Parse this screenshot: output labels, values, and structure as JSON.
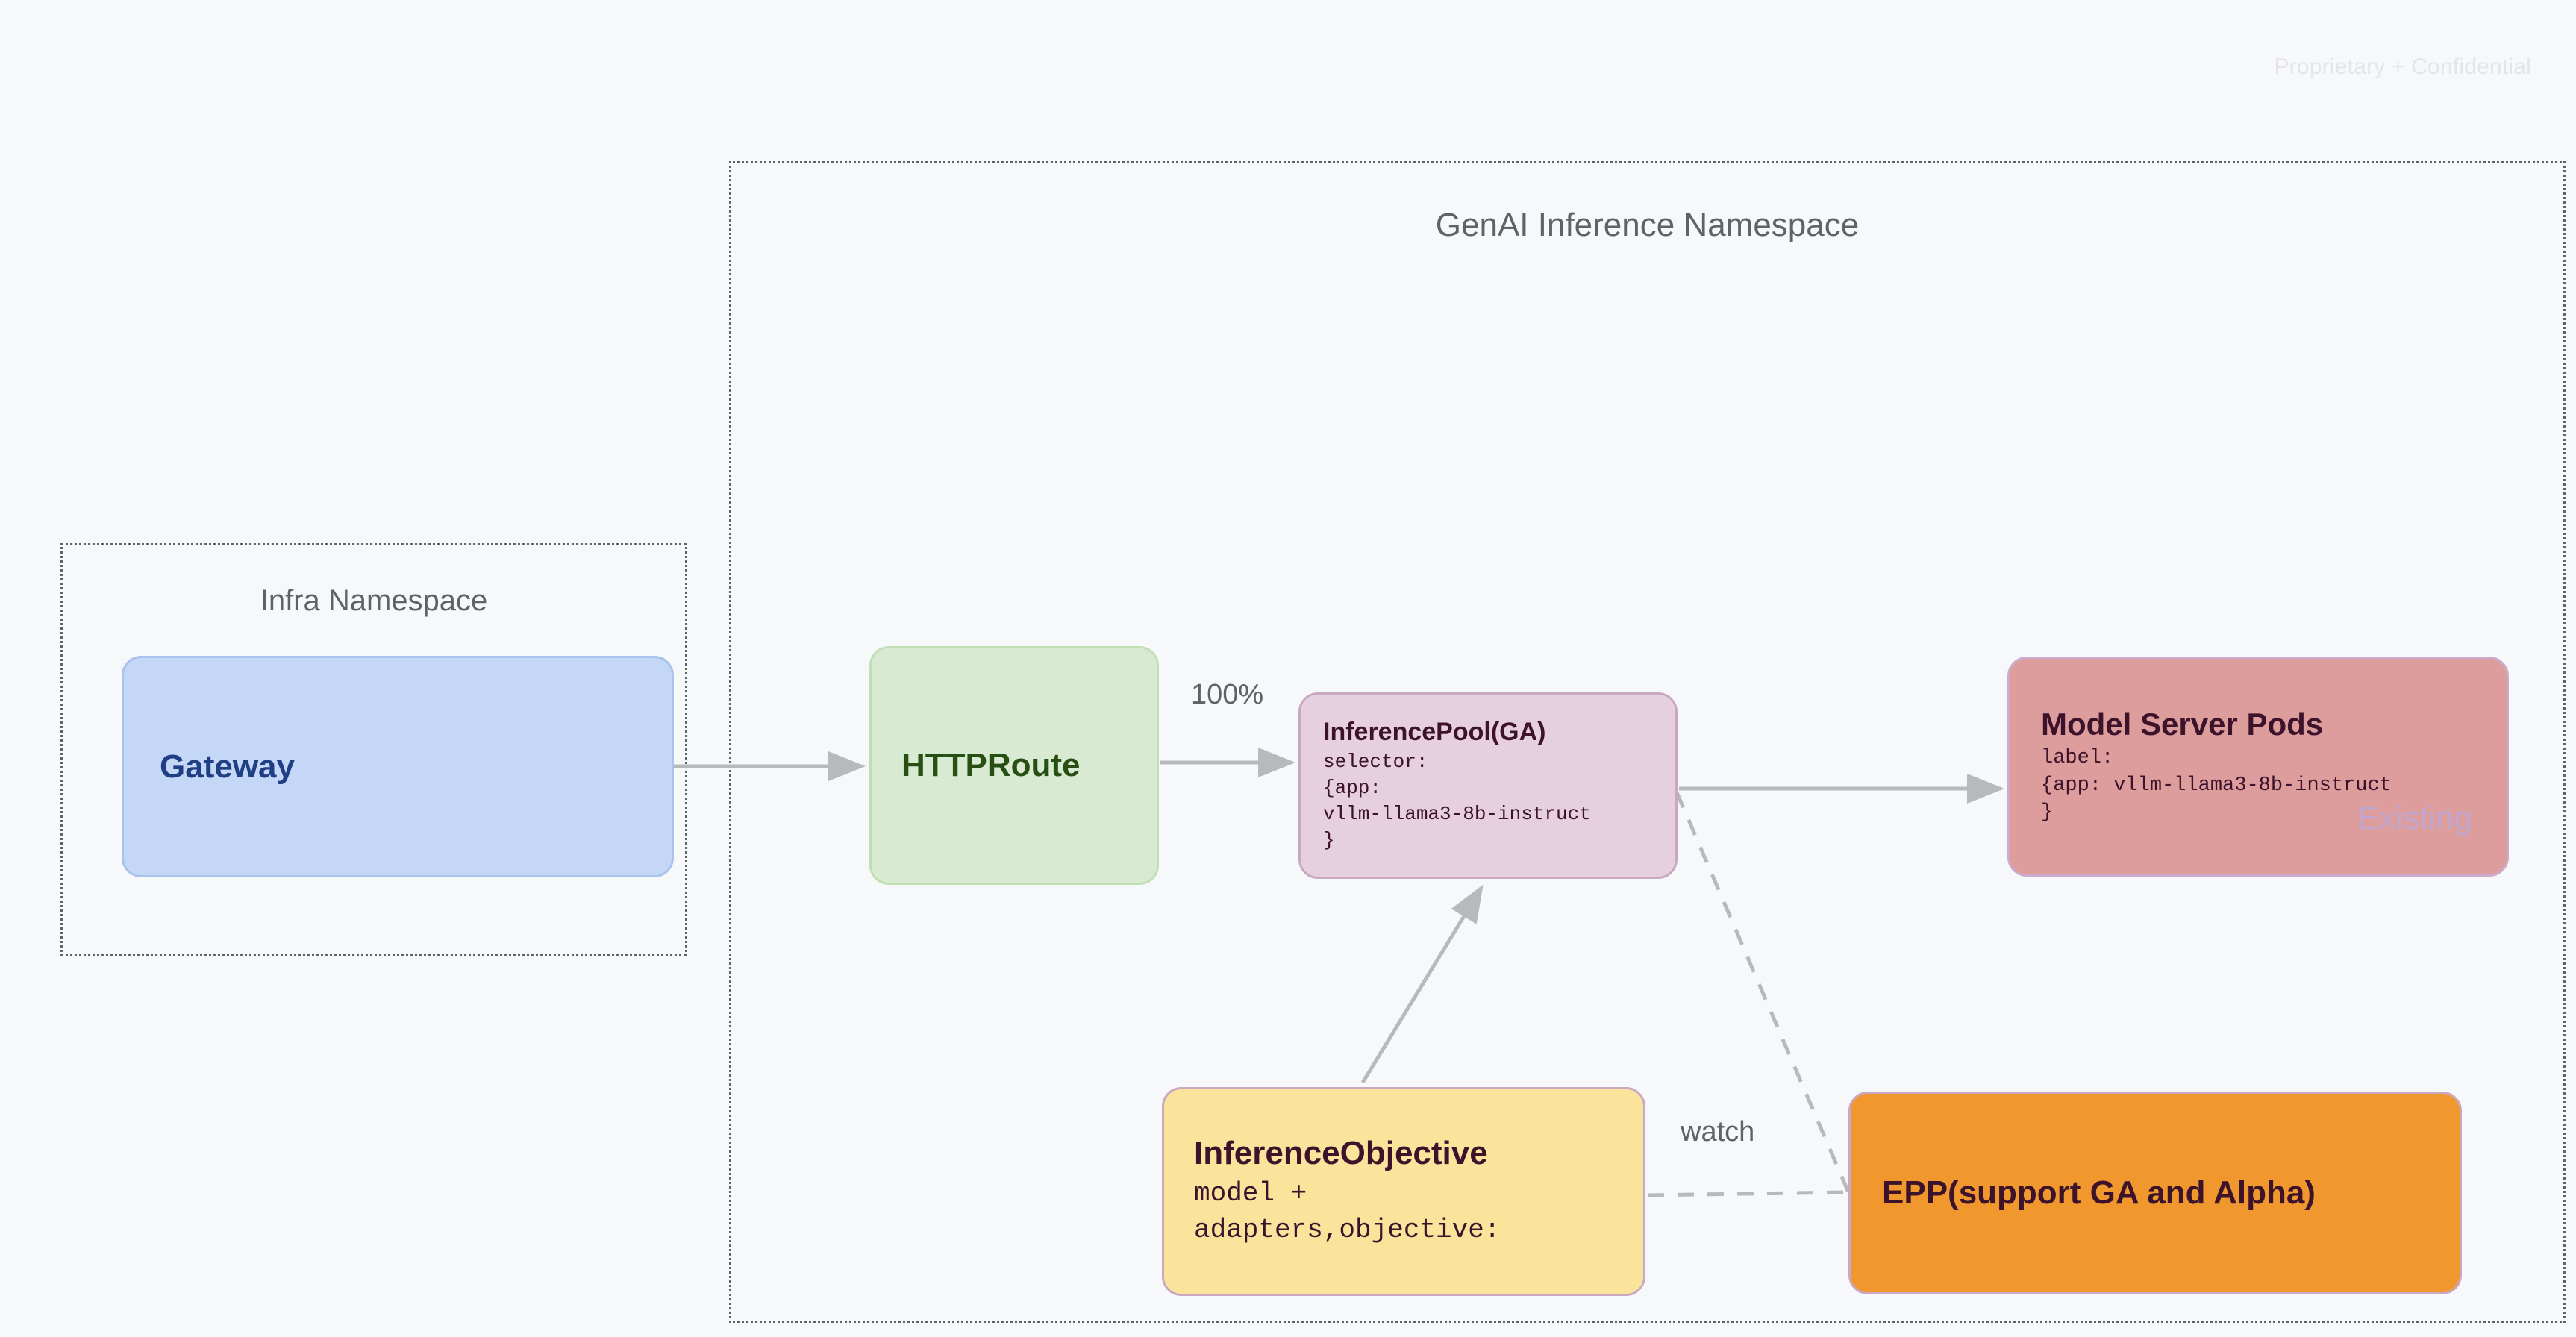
{
  "watermark": "Proprietary + Confidential",
  "namespaces": [
    {
      "id": "infra",
      "title": "Infra Namespace"
    },
    {
      "id": "genai",
      "title": "GenAI Inference Namespace"
    }
  ],
  "nodes": {
    "gateway": {
      "title": "Gateway"
    },
    "httproute": {
      "title": "HTTPRoute"
    },
    "inferencepool": {
      "title": "InferencePool(GA)",
      "body": "selector:\n{app:\nvllm-llama3-8b-instruct\n}"
    },
    "modelserverpods": {
      "title": "Model Server Pods",
      "body": "label:\n{app: vllm-llama3-8b-instruct\n}",
      "badge": "Existing"
    },
    "inferenceobjective": {
      "title": "InferenceObjective",
      "body": "model +\nadapters,objective:"
    },
    "epp": {
      "title": "EPP(support GA and Alpha)"
    }
  },
  "edges": {
    "gateway_to_httproute": {
      "label": ""
    },
    "httproute_to_inferencepool": {
      "label": "100%"
    },
    "inferencepool_to_modelserverpods": {
      "label": ""
    },
    "inferenceobjective_to_inferencepool": {
      "label": ""
    },
    "inferenceobjective_to_epp": {
      "label": "watch"
    },
    "inferencepool_to_epp": {
      "label": ""
    }
  },
  "colors": {
    "background": "#f7f8fa",
    "namespace_border": "#5f6368",
    "gateway_fill": "#c5d7f7",
    "gateway_text": "#1f3f85",
    "httproute_fill": "#d9ead3",
    "httproute_text": "#274e13",
    "inferencepool_fill": "#e7d0de",
    "modelserver_fill": "#dd9d9d",
    "inferenceobjective_fill": "#fae49b",
    "epp_fill": "#f0982d",
    "node_text_dark": "#3d132c",
    "edge": "#b7b9bd",
    "label_text": "#5f6368",
    "watermark_text": "#e3e5e8"
  }
}
